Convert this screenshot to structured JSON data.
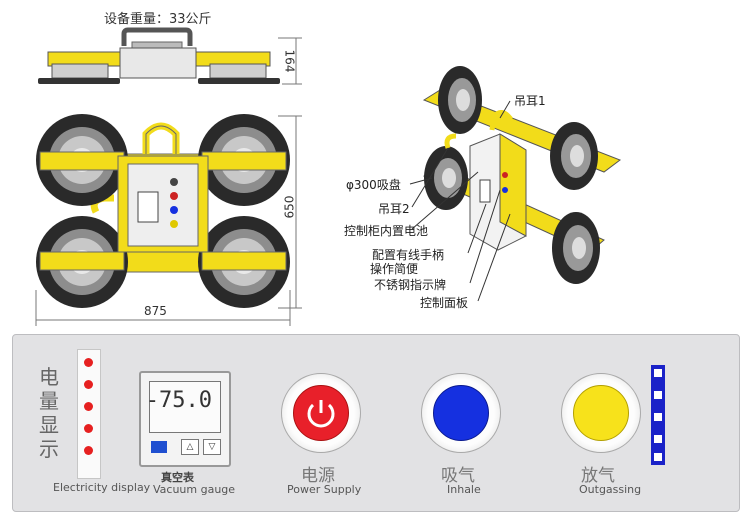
{
  "weight_label": "设备重量：33公斤",
  "dims": {
    "height_side": "164",
    "height_top": "650",
    "width_top": "875"
  },
  "callouts": {
    "lug1": "吊耳1",
    "suction_cup": "φ300吸盘",
    "lug2": "吊耳2",
    "battery": "控制柜内置电池",
    "handle_line1": "配置有线手柄",
    "handle_line2": "操作简便",
    "sign": "不锈钢指示牌",
    "control_panel": "控制面板"
  },
  "panel": {
    "electricity_cn": [
      "电",
      "量",
      "显",
      "示"
    ],
    "electricity_en": "Electricity display",
    "electricity_level_leds": 5,
    "gauge_reading": "-75.0",
    "gauge_cn": "真空表",
    "gauge_en": "Vacuum gauge",
    "power_cn": "电源",
    "power_en": "Power Supply",
    "inhale_cn": "吸气",
    "inhale_en": "Inhale",
    "outgas_cn": "放气",
    "outgas_en": "Outgassing"
  },
  "colors": {
    "frame_yellow": "#f2dc1a",
    "power_red": "#e8202a",
    "inhale_blue": "#1530e0",
    "outgas_yellow": "#f7e21b",
    "led_red": "#e62020",
    "strip_blue": "#1a22c8"
  }
}
